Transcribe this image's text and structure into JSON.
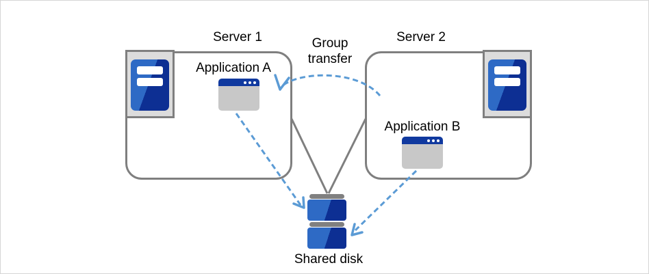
{
  "labels": {
    "server1": "Server 1",
    "server2": "Server 2",
    "application_a": "Application A",
    "application_b": "Application B",
    "group_transfer": "Group\ntransfer",
    "shared_disk": "Shared disk"
  },
  "icons": {
    "server1": "server-tower-icon",
    "server2": "server-tower-icon",
    "application_a": "app-window-icon",
    "application_b": "app-window-icon",
    "shared_disk": "disk-stack-icon",
    "group_transfer": "curved-dashed-arrow-icon"
  },
  "colors": {
    "arrow-blue": "#5B9BD5",
    "line-gray": "#7F7F7F",
    "navy-blue": "#10399F",
    "navy-dark": "#0D2F93",
    "medium-blue": "#2E6AC5",
    "window-body-gray": "#C8C8C8",
    "icon-container-gray": "#DCDCDC",
    "disk-bar-gray": "#808080",
    "page-border-gray": "#D5D5D5",
    "text-black": "#000000"
  }
}
